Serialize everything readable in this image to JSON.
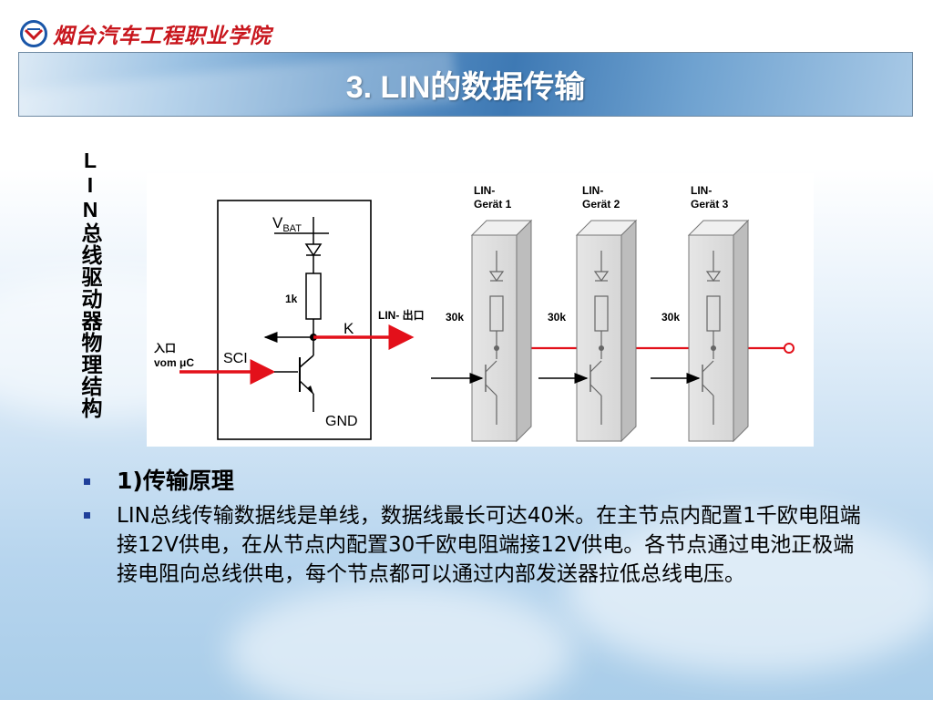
{
  "header": {
    "school_name": "烟台汽车工程职业学院",
    "slide_title": "3.  LIN的数据传输"
  },
  "side_label": "LIN总线驱动器物理结构",
  "diagram": {
    "device_labels": [
      {
        "line1": "LIN-",
        "line2": "Gerät 1"
      },
      {
        "line1": "LIN-",
        "line2": "Gerät 2"
      },
      {
        "line1": "LIN-",
        "line2": "Gerät 3"
      }
    ],
    "vbat_main": "V",
    "vbat_sub": "BAT",
    "resistor_1k": "1k",
    "node_k": "K",
    "sci": "SCI",
    "gnd": "GND",
    "input_label_1": "入口",
    "input_label_2": "vom μC",
    "lin_out_label": "LIN- 出口",
    "resistor_30k": "30k"
  },
  "bullets": {
    "heading": "1)传输原理",
    "body": "LIN总线传输数据线是单线，数据线最长可达40米。在主节点内配置1千欧电阻端接12V供电，在从节点内配置30千欧电阻端接12V供电。各节点通过电池正极端接电阻向总线供电，每个节点都可以通过内部发送器拉低总线电压。"
  },
  "colors": {
    "accent_red": "#e3101a",
    "logo_red": "#c8161d",
    "logo_blue": "#1a56a8",
    "bullet_blue": "#1f3f9a"
  }
}
